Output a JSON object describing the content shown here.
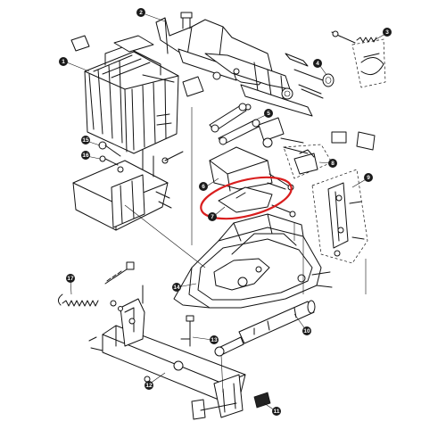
{
  "callouts": [
    {
      "id": "1",
      "label": "1"
    },
    {
      "id": "2",
      "label": "2"
    },
    {
      "id": "3",
      "label": "3"
    },
    {
      "id": "4",
      "label": "4"
    },
    {
      "id": "5",
      "label": "5"
    },
    {
      "id": "6",
      "label": "6"
    },
    {
      "id": "7",
      "label": "7"
    },
    {
      "id": "8",
      "label": "8"
    },
    {
      "id": "9",
      "label": "9"
    },
    {
      "id": "10",
      "label": "10"
    },
    {
      "id": "11",
      "label": "11"
    },
    {
      "id": "12",
      "label": "12"
    },
    {
      "id": "13",
      "label": "13"
    },
    {
      "id": "14",
      "label": "14"
    },
    {
      "id": "15",
      "label": "15"
    },
    {
      "id": "16",
      "label": "16"
    },
    {
      "id": "17",
      "label": "17"
    }
  ],
  "highlight": {
    "target_callout": "7",
    "color": "#d91e1e"
  },
  "colors": {
    "line": "#111111",
    "background": "#ffffff",
    "callout_fill": "#1a1a1a"
  }
}
